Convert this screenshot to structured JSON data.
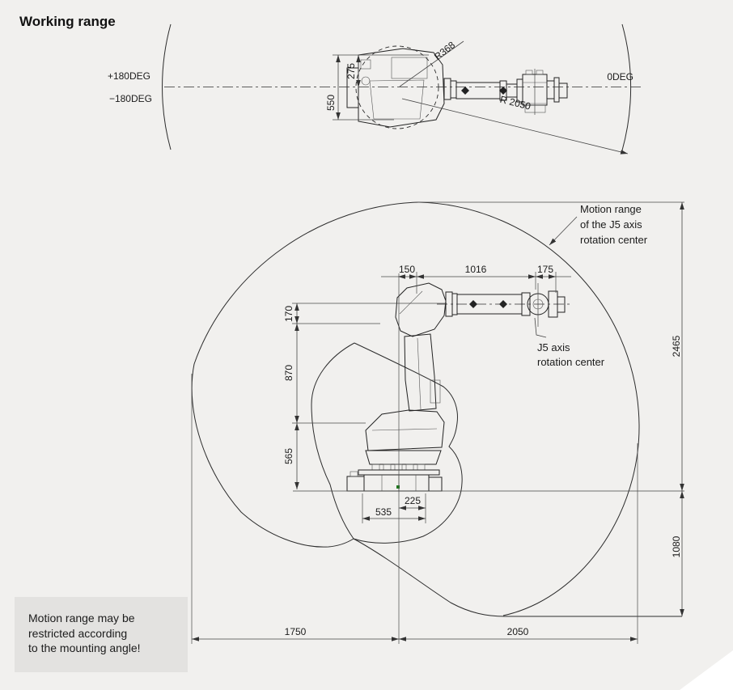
{
  "page": {
    "title": "Working range",
    "background_color": "#f1f0ee",
    "note_box": {
      "line1": "Motion range may be",
      "line2": "restricted according",
      "line3": "to the mounting angle!",
      "background_color": "#e3e2e0"
    }
  },
  "top_view": {
    "label_plus180": "+180DEG",
    "label_minus180": "−180DEG",
    "label_0deg": "0DEG",
    "dim_half_width": "275",
    "dim_full_width": "550",
    "radius_inner": "R368",
    "radius_reach": "R 2050"
  },
  "side_view": {
    "dim_150": "150",
    "dim_1016": "1016",
    "dim_175": "175",
    "dim_170": "170",
    "dim_870": "870",
    "dim_565": "565",
    "dim_225": "225",
    "dim_535": "535",
    "dim_2465": "2465",
    "dim_1080": "1080",
    "dim_1750": "1750",
    "dim_2050": "2050",
    "motion_range_label_line1": "Motion range",
    "motion_range_label_line2": "of the J5 axis",
    "motion_range_label_line3": "rotation center",
    "j5_label_line1": "J5 axis",
    "j5_label_line2": "rotation center"
  }
}
